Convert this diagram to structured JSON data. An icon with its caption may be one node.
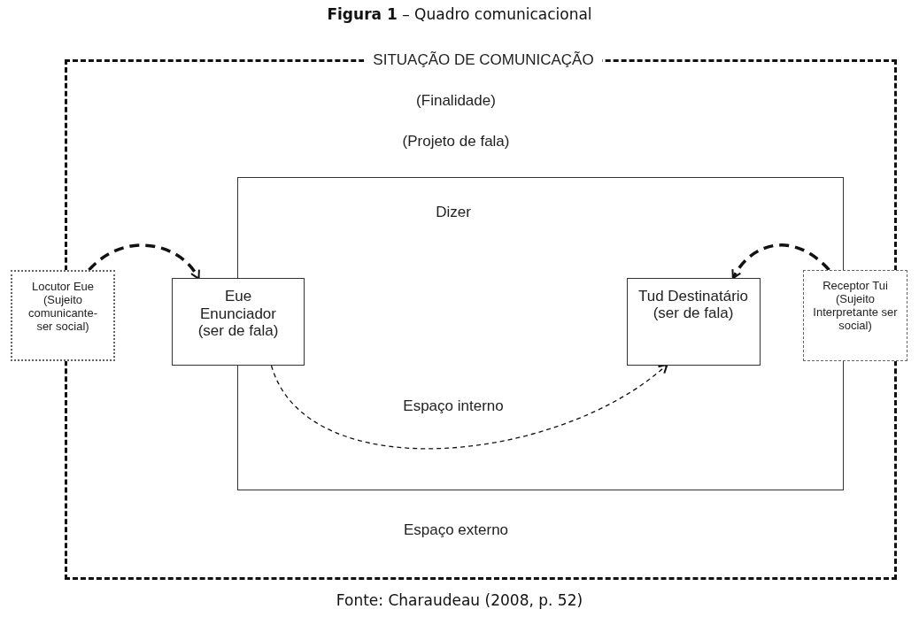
{
  "diagram": {
    "title": "**Figura 1** – Quadro comunicacional",
    "caption": "Fonte: Charaudeau (2008, p. 52)",
    "nodes": [
      {
        "text": [
          "SITUAÇÃO DE COMUNICAÇÃO",
          "(Finalidade)",
          "(Projeto de fala)",
          "Espaço externo"
        ]
      },
      {
        "text": [
          "Dizer",
          "Espaço interno"
        ],
        "in": 0
      },
      {
        "text": [
          "Eue Enunciador (ser de fala)"
        ],
        "in": 0
      },
      {
        "text": [
          "Tud Destinatário (ser de fala)"
        ],
        "in": 1
      },
      {
        "text": [
          "Locutor Eue (Sujeito comunicante- ser social)"
        ]
      },
      {
        "text": [
          "Receptor Tui (Sujeito Interpretante ser social)"
        ]
      }
    ],
    "edges": [
      {
        "from": 4,
        "to": 2,
        "arrow": "to",
        "style": "dashed"
      },
      {
        "from": 5,
        "to": 3,
        "arrow": "to",
        "style": "dashed"
      },
      {
        "from": 2,
        "to": 3,
        "arrow": "to",
        "style": "dashed"
      }
    ]
  }
}
